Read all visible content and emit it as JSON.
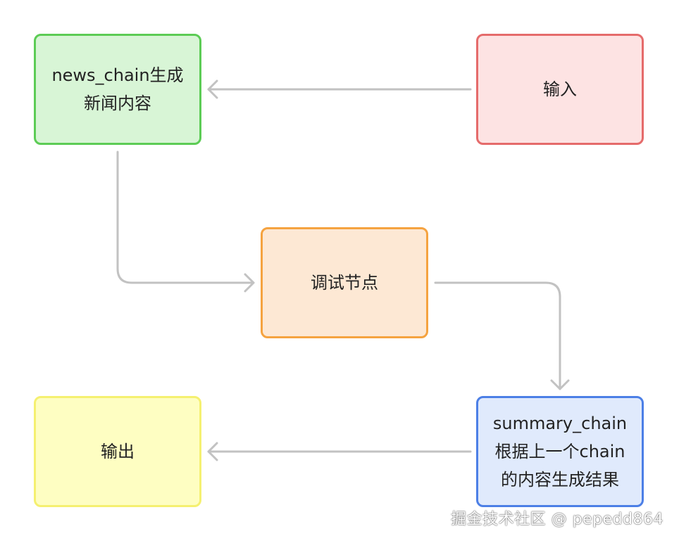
{
  "nodes": [
    {
      "id": "node-input",
      "label": "输入",
      "fill": "#fde3e3",
      "stroke": "#e56b6b"
    },
    {
      "id": "node-news",
      "label": "news_chain生成\n新闻内容",
      "fill": "#d8f5d6",
      "stroke": "#5ccc55"
    },
    {
      "id": "node-debug",
      "label": "调试节点",
      "fill": "#fde8d4",
      "stroke": "#f5a340"
    },
    {
      "id": "node-summary",
      "label": "summary_chain\n根据上一个chain\n的内容生成结果",
      "fill": "#e0eafc",
      "stroke": "#4c7fe6"
    },
    {
      "id": "node-output",
      "label": "输出",
      "fill": "#fefec2",
      "stroke": "#f5f070"
    }
  ],
  "edges": [
    {
      "from": "输入",
      "to": "news_chain生成新闻内容"
    },
    {
      "from": "news_chain生成新闻内容",
      "to": "调试节点"
    },
    {
      "from": "调试节点",
      "to": "summary_chain根据上一个chain的内容生成结果"
    },
    {
      "from": "summary_chain根据上一个chain的内容生成结果",
      "to": "输出"
    }
  ],
  "edge_color": "#c2c2c2",
  "watermark": "掘金技术社区 @ pepedd864"
}
